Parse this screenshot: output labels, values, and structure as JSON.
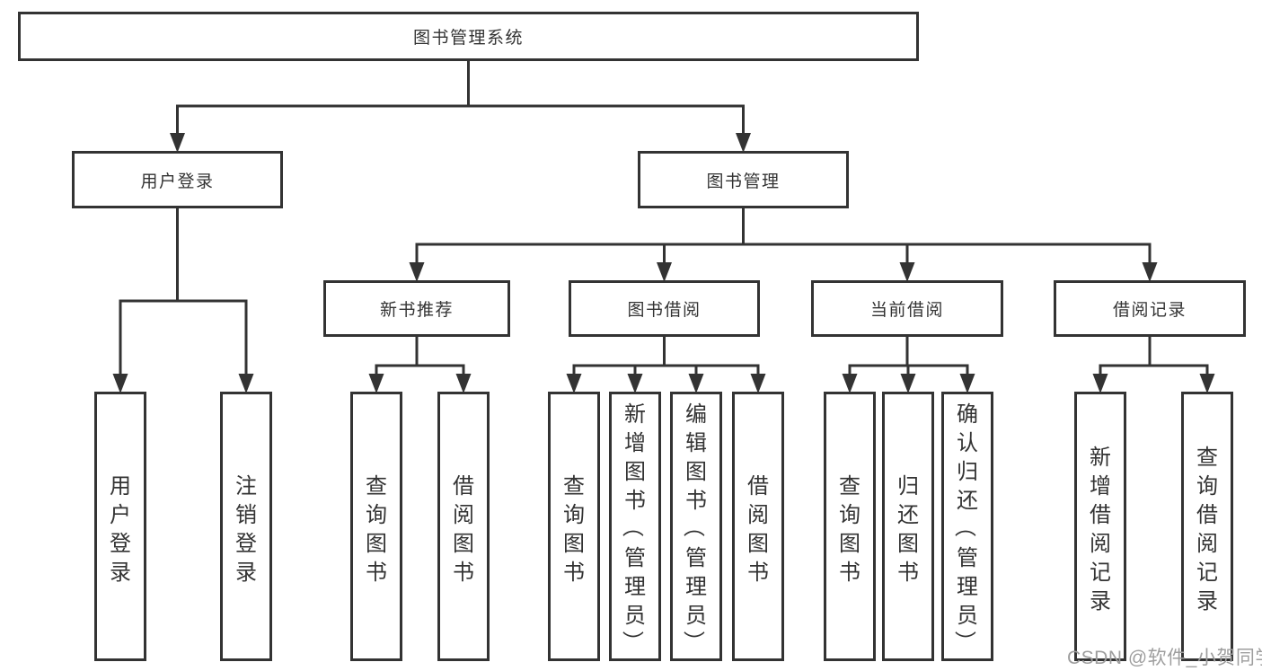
{
  "diagram": {
    "watermark": "CSDN @软件_小贺同学",
    "colors": {
      "line": "#333333",
      "border": "#333333",
      "text": "#333333",
      "box_bg": "#ffffff",
      "watermark": "#9e9e9e"
    },
    "nodes": {
      "root": {
        "label": "图书管理系统"
      },
      "login": {
        "label": "用户登录"
      },
      "mgmt": {
        "label": "图书管理"
      },
      "rec": {
        "label": "新书推荐"
      },
      "borrow": {
        "label": "图书借阅"
      },
      "current": {
        "label": "当前借阅"
      },
      "records": {
        "label": "借阅记录"
      },
      "login_c1": {
        "label": "用户登录"
      },
      "login_c2": {
        "label": "注销登录"
      },
      "rec_c1": {
        "label": "查询图书"
      },
      "rec_c2": {
        "label": "借阅图书"
      },
      "borrow_c1": {
        "label": "查询图书"
      },
      "borrow_c2": {
        "label": "新增图书（管理员）"
      },
      "borrow_c3": {
        "label": "编辑图书（管理员）"
      },
      "borrow_c4": {
        "label": "借阅图书"
      },
      "current_c1": {
        "label": "查询图书"
      },
      "current_c2": {
        "label": "归还图书"
      },
      "current_c3": {
        "label": "确认归还（管理员）"
      },
      "records_c1": {
        "label": "新增借阅记录"
      },
      "records_c2": {
        "label": "查询借阅记录"
      }
    }
  }
}
